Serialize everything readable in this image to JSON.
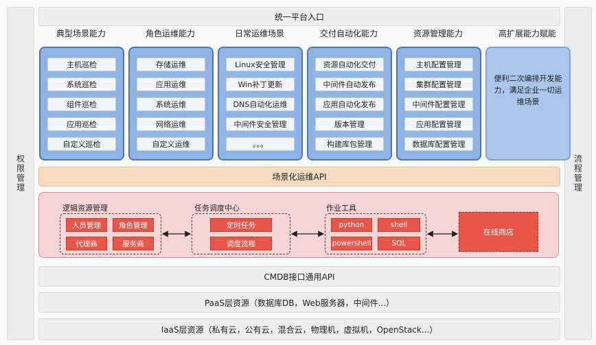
{
  "side": {
    "left": "权限管理",
    "right": "流程管理"
  },
  "top_bar": "统一平台入口",
  "columns": [
    {
      "title": "典型场景能力",
      "items": [
        "主机巡检",
        "系统巡检",
        "组件巡检",
        "应用巡检",
        "自定义巡检"
      ]
    },
    {
      "title": "角色运维能力",
      "items": [
        "存储运维",
        "应用运维",
        "系统运维",
        "网络运维",
        "自定义运维"
      ]
    },
    {
      "title": "日常运维场景",
      "items": [
        "Linux安全管理",
        "Win补丁更新",
        "DNS自动化运维",
        "中间件安全管理",
        "。。。"
      ]
    },
    {
      "title": "交付自动化能力",
      "items": [
        "资源自动化交付",
        "中间件自动发布",
        "应用自动化发布",
        "版本管理",
        "构建库包管理"
      ]
    },
    {
      "title": "资源管理能力",
      "items": [
        "主机配置管理",
        "集群配置管理",
        "中间件配置管理",
        "应用配置管理",
        "数据库配置管理"
      ]
    },
    {
      "title": "高扩展能力赋能",
      "text": "便利二次编排开发能力，满足企业一切运维场景"
    }
  ],
  "api_bar": "场景化运维API",
  "middle": {
    "logic": {
      "title": "逻辑资源管理",
      "items": [
        "人员管理",
        "角色管理",
        "代理商",
        "服务商"
      ]
    },
    "scheduler": {
      "title": "任务调度中心",
      "items": [
        "定时任务",
        "调度流程"
      ]
    },
    "tools": {
      "title": "作业工具",
      "items": [
        "python",
        "shell",
        "powershell",
        "SQL"
      ]
    },
    "store": "在线商店"
  },
  "cmdb_bar": "CMDB接口通用API",
  "paas_bar": "PaaS层资源（数据库DB，Web服务器，中间件...）",
  "iaas_bar": "IaaS层资源（私有云，公有云，混合云，物理机，虚拟机，OpenStack...）",
  "colors": {
    "blue_fill": "#8fb4e3",
    "blue_border": "#4a78b8",
    "api_fill": "#f7dcc0",
    "pink_fill": "#f7d5d5",
    "red_box": "#e8564a"
  }
}
